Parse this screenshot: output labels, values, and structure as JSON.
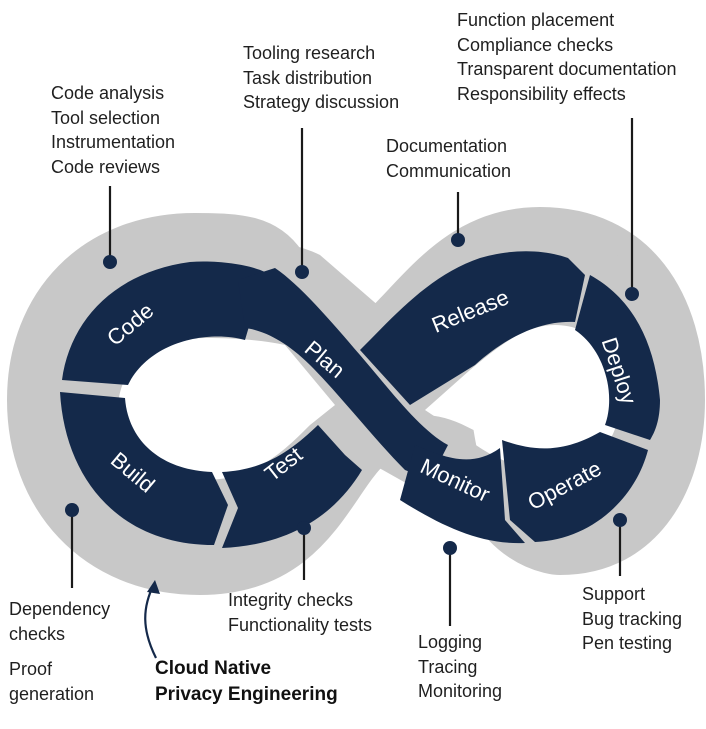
{
  "phases": {
    "code": "Code",
    "plan": "Plan",
    "release": "Release",
    "deploy": "Deploy",
    "operate": "Operate",
    "monitor": "Monitor",
    "test": "Test",
    "build": "Build"
  },
  "annotations": {
    "code": [
      "Code analysis",
      "Tool selection",
      "Instrumentation",
      "Code reviews"
    ],
    "plan": [
      "Tooling research",
      "Task distribution",
      "Strategy discussion"
    ],
    "release": [
      "Documentation",
      "Communication"
    ],
    "deploy": [
      "Function placement",
      "Compliance checks",
      "Transparent documentation",
      "Responsibility effects"
    ],
    "build": [
      "Dependency",
      "checks"
    ],
    "build_extra": [
      "Proof",
      "generation"
    ],
    "test": [
      "Integrity checks",
      "Functionality tests"
    ],
    "monitor": [
      "Logging",
      "Tracing",
      "Monitoring"
    ],
    "operate": [
      "Support",
      "Bug tracking",
      "Pen testing"
    ]
  },
  "title": [
    "Cloud Native",
    "Privacy Engineering"
  ],
  "colors": {
    "segment": "#14294a",
    "ring": "#c8c8c8",
    "marker": "#14294a",
    "text": "#1f1f1f"
  }
}
